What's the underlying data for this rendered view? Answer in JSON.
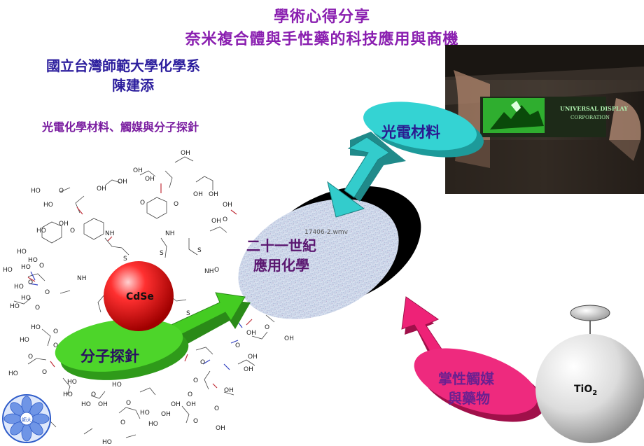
{
  "title": {
    "line1": "學術心得分享",
    "line2": "奈米複合體與手性藥的科技應用與商機"
  },
  "presenter": {
    "department": "國立台灣師範大學化學系",
    "name": "陳建添"
  },
  "topics": "光電化學材料、觸媒與分子探針",
  "center_disk": {
    "line1": "二十一世紀",
    "line2": "應用化學",
    "media_caption": "17406-2.wmv"
  },
  "nodes": {
    "optoelectronic": "光電材料",
    "probe": "分子探針",
    "catalyst_line1": "掌性觸媒",
    "catalyst_line2": "與藥物"
  },
  "spheres": {
    "cdse": "CdSe",
    "tio2_main": "TiO",
    "tio2_sub": "2"
  },
  "photo": {
    "brand_line1": "UNIVERSAL DISPLAY",
    "brand_line2": "CORPORATION"
  },
  "logo_text": "師大",
  "molecule_labels": {
    "hydroxyl": "OH",
    "hydroxyl_rev": "HO",
    "oxygen": "O",
    "amide": "NH",
    "nitrogen": "N",
    "sulfur": "S"
  },
  "colors": {
    "title": "#8a1fb0",
    "dept": "#2d1f9e",
    "cyan": "#33cccc",
    "green": "#44cc22",
    "magenta": "#ee2277",
    "red": "#dd1111"
  }
}
